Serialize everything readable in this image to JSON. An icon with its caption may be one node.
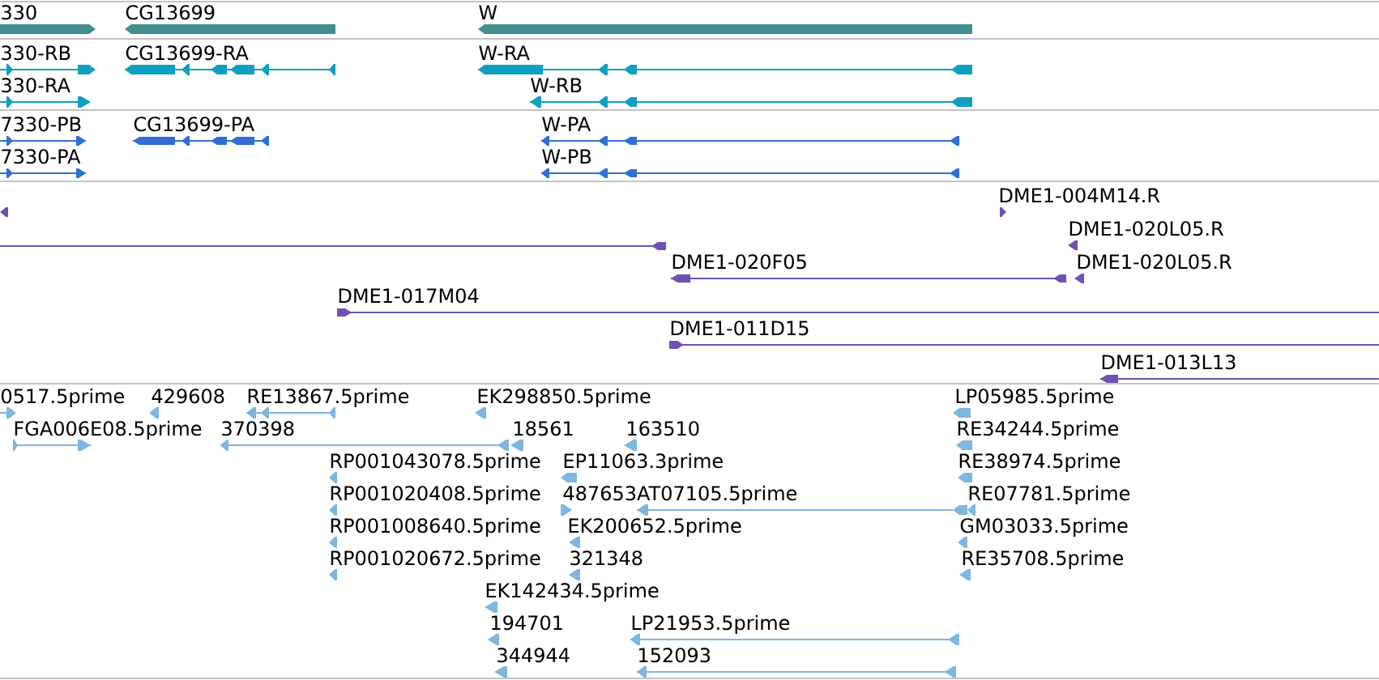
{
  "diagram": {
    "labels": [
      "330",
      "CG13699",
      "W",
      "330-RB",
      "CG13699-RA",
      "W-RA",
      "330-RA",
      "W-RB",
      "7330-PB",
      "CG13699-PA",
      "W-PA",
      "7330-PA",
      "W-PB",
      "DME1-004M14.R",
      "DME1-020L05.R",
      "DME1-020F05",
      "DME1-020L05.R",
      "DME1-017M04",
      "DME1-011D15",
      "DME1-013L13",
      "0517.5prime",
      "429608",
      "RE13867.5prime",
      "EK298850.5prime",
      "LP05985.5prime",
      "FGA006E08.5prime",
      "370398",
      "18561",
      "163510",
      "RE34244.5prime",
      "RP001043078.5prime",
      "EP11063.3prime",
      "RE38974.5prime",
      "RP001020408.5prime",
      "487653AT07105.5prime",
      "RE07781.5prime",
      "RP001008640.5prime",
      "EK200652.5prime",
      "GM03033.5prime",
      "RP001020672.5prime",
      "321348",
      "RE35708.5prime",
      "EK142434.5prime",
      "194701",
      "LP21953.5prime",
      "344944",
      "152093"
    ]
  }
}
